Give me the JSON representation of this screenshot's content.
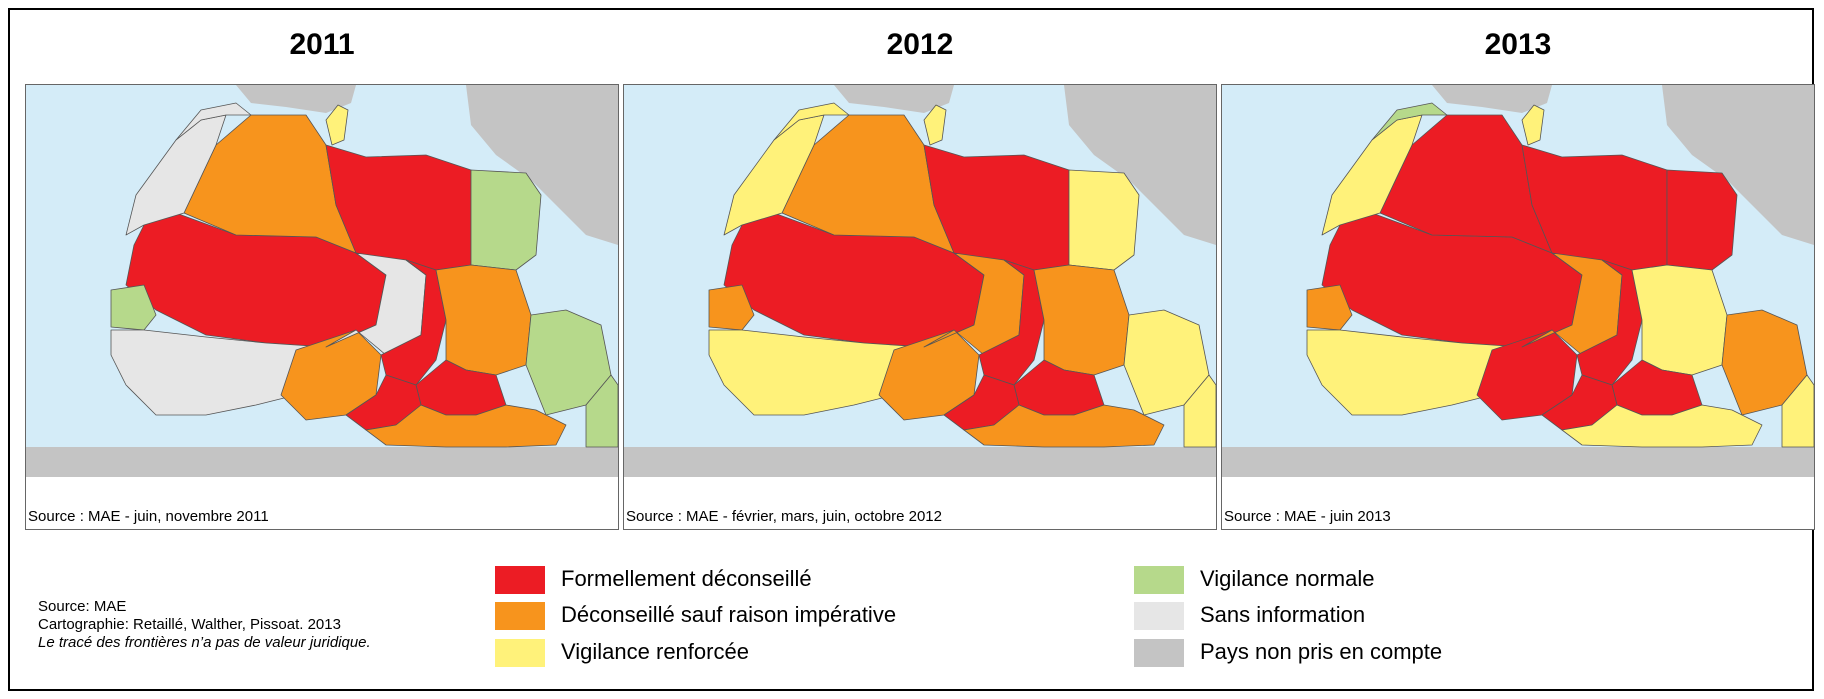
{
  "panels": [
    {
      "year": "2011",
      "source": "Source : MAE - juin, novembre 2011"
    },
    {
      "year": "2012",
      "source": "Source : MAE - février, mars, juin, octobre 2012"
    },
    {
      "year": "2013",
      "source": "Source : MAE - juin 2013"
    }
  ],
  "legend": [
    {
      "label": "Formellement déconseillé",
      "color": "#ec1c24"
    },
    {
      "label": "Déconseillé sauf raison impérative",
      "color": "#f7941d"
    },
    {
      "label": "Vigilance renforcée",
      "color": "#fff27a"
    },
    {
      "label": "Vigilance normale",
      "color": "#b6d98b"
    },
    {
      "label": "Sans information",
      "color": "#e6e6e6"
    },
    {
      "label": "Pays non pris en compte",
      "color": "#c4c4c4"
    }
  ],
  "credits": {
    "source": "Source: MAE",
    "cartography": "Cartographie: Retaillé, Walther, Pissoat. 2013",
    "note": "Le tracé des frontières n’a pas de valeur juridique."
  },
  "colors": {
    "sea": "#d4ecf8",
    "land": "#c4c4c4",
    "border": "#555555"
  }
}
